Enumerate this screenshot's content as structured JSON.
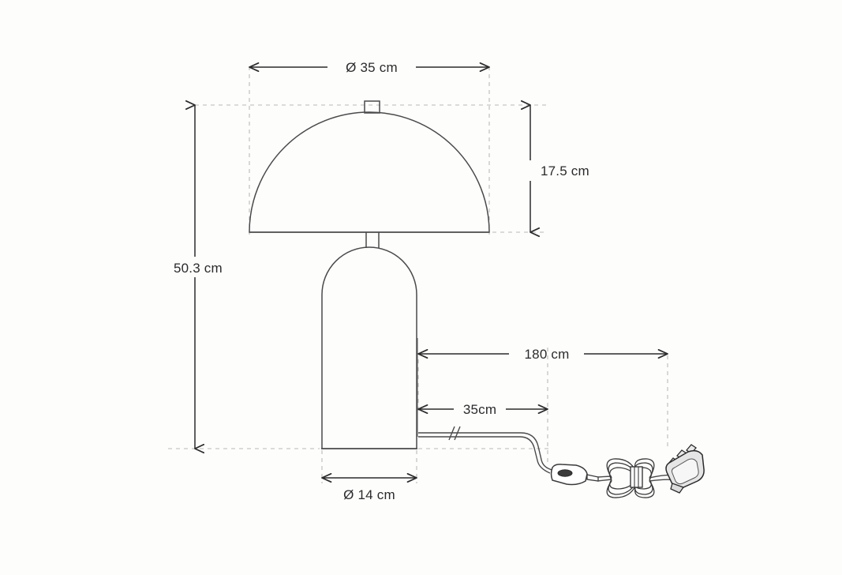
{
  "document": {
    "type": "technical-dimension-drawing",
    "subject": "table-lamp",
    "background_color": "#fdfdfc",
    "line_color": "#3a3a3a",
    "guide_color": "#b5b5b5",
    "text_color": "#2b2b2b"
  },
  "dimensions": {
    "shade_diameter": {
      "label": "Ø 35 cm",
      "value": 35,
      "unit": "cm",
      "orientation": "horizontal",
      "describes": "lamp shade diameter"
    },
    "shade_height": {
      "label": "17.5 cm",
      "value": 17.5,
      "unit": "cm",
      "orientation": "vertical",
      "describes": "lamp shade height"
    },
    "total_height": {
      "label": "50.3 cm",
      "value": 50.3,
      "unit": "cm",
      "orientation": "vertical",
      "describes": "overall lamp height"
    },
    "base_diameter": {
      "label": "Ø 14 cm",
      "value": 14,
      "unit": "cm",
      "orientation": "horizontal",
      "describes": "lamp base diameter"
    },
    "cord_length": {
      "label": "180 cm",
      "value": 180,
      "unit": "cm",
      "orientation": "horizontal",
      "describes": "total cord length"
    },
    "switch_distance": {
      "label": "35cm",
      "value": 35,
      "unit": "cm",
      "orientation": "horizontal",
      "describes": "distance from base to inline switch"
    }
  },
  "parts": {
    "finial": "finial-cap",
    "shade": "dome-shade",
    "stem": "neck-stem",
    "base": "rounded-cylinder-base",
    "cord": "power-cord",
    "cord_break": "break-mark",
    "switch": "inline-rocker-switch",
    "cord_bundle": "coiled-cord-bundle",
    "plug": "uk-three-pin-plug"
  }
}
